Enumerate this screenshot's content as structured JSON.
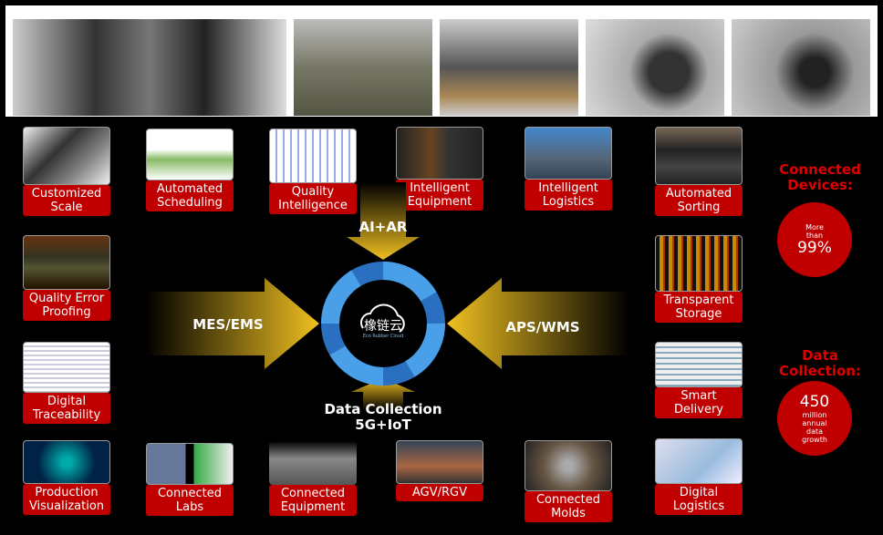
{
  "banner": {
    "images": [
      "tire-drum",
      "production-line",
      "tire-stack-machine",
      "tire-building-machine",
      "tire-machine-closeup"
    ]
  },
  "tiles": {
    "customized_scale": "Customized Scale",
    "quality_error_proofing": "Quality Error Proofing",
    "digital_traceability": "Digital Traceability",
    "production_visualization": "Production Visualization",
    "automated_scheduling": "Automated Scheduling",
    "quality_intelligence": "Quality Intelligence",
    "intelligent_equipment": "Intelligent Equipment",
    "intelligent_logistics": "Intelligent Logistics",
    "automated_sorting": "Automated Sorting",
    "transparent_storage": "Transparent Storage",
    "smart_delivery": "Smart Delivery",
    "digital_logistics": "Digital Logistics",
    "connected_labs": "Connected Labs",
    "connected_equipment": "Connected Equipment",
    "agv_rgv": "AGV/RGV",
    "connected_molds": "Connected Molds"
  },
  "center": {
    "logo": "橡链云",
    "logo_sub": "Eco Rubber Cloud",
    "top": "AI+AR",
    "left": "MES/EMS",
    "right": "APS/WMS",
    "bottom1": "Data Collection",
    "bottom2": "5G+IoT"
  },
  "stats": {
    "devices_title": "Connected Devices:",
    "devices_pre": "More than",
    "devices_value": "99%",
    "data_title": "Data Collection:",
    "data_value": "450",
    "data_post": "million annual data growth"
  },
  "colors": {
    "accent": "#c00000",
    "arrow": "#f0c020",
    "ring": "#2a6fc0"
  }
}
